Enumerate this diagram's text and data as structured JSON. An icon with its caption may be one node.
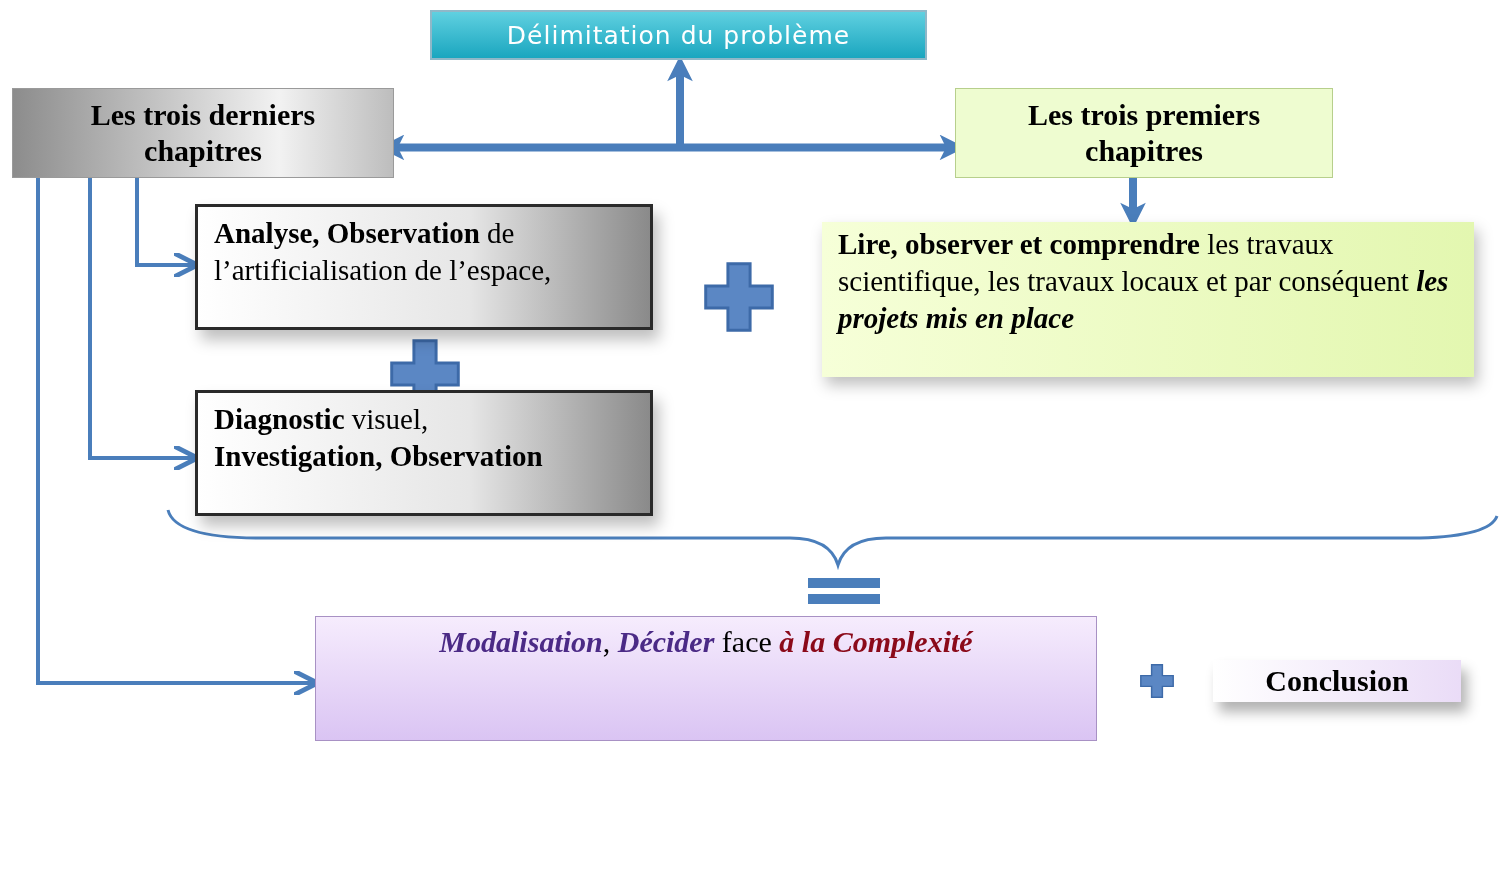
{
  "diagram": {
    "nodes": [
      {
        "text": [
          "Délimitation du problème"
        ]
      },
      {
        "text": [
          "Les trois derniers chapitres"
        ]
      },
      {
        "text": [
          "Les trois premiers chapitres"
        ]
      },
      {
        "text": [
          "**Analyse, Observation** de l’artificialisation de l’espace,"
        ]
      },
      {
        "text": [
          "**Diagnostic** visuel, **Investigation, Observation**"
        ]
      },
      {
        "text": [
          "**Lire, observer et comprendre** les travaux scientifique,  les travaux locaux et par conséquent *les projets mis en place*"
        ]
      },
      {
        "text": [
          "*Modalisation*, *Décider* face *à la Complexité*"
        ]
      },
      {
        "text": [
          "Conclusion"
        ]
      }
    ],
    "edges": [
      {
        "from": 1,
        "to": 2,
        "arrow": "both",
        "style": "thick"
      },
      {
        "from": null,
        "to": 0,
        "arrow": "to",
        "style": "thick"
      },
      {
        "from": 2,
        "to": 5,
        "arrow": "to",
        "style": "thick"
      },
      {
        "from": 1,
        "to": 3,
        "arrow": "to"
      },
      {
        "from": 1,
        "to": 4,
        "arrow": "to"
      },
      {
        "from": 1,
        "to": 6,
        "arrow": "to"
      }
    ]
  }
}
